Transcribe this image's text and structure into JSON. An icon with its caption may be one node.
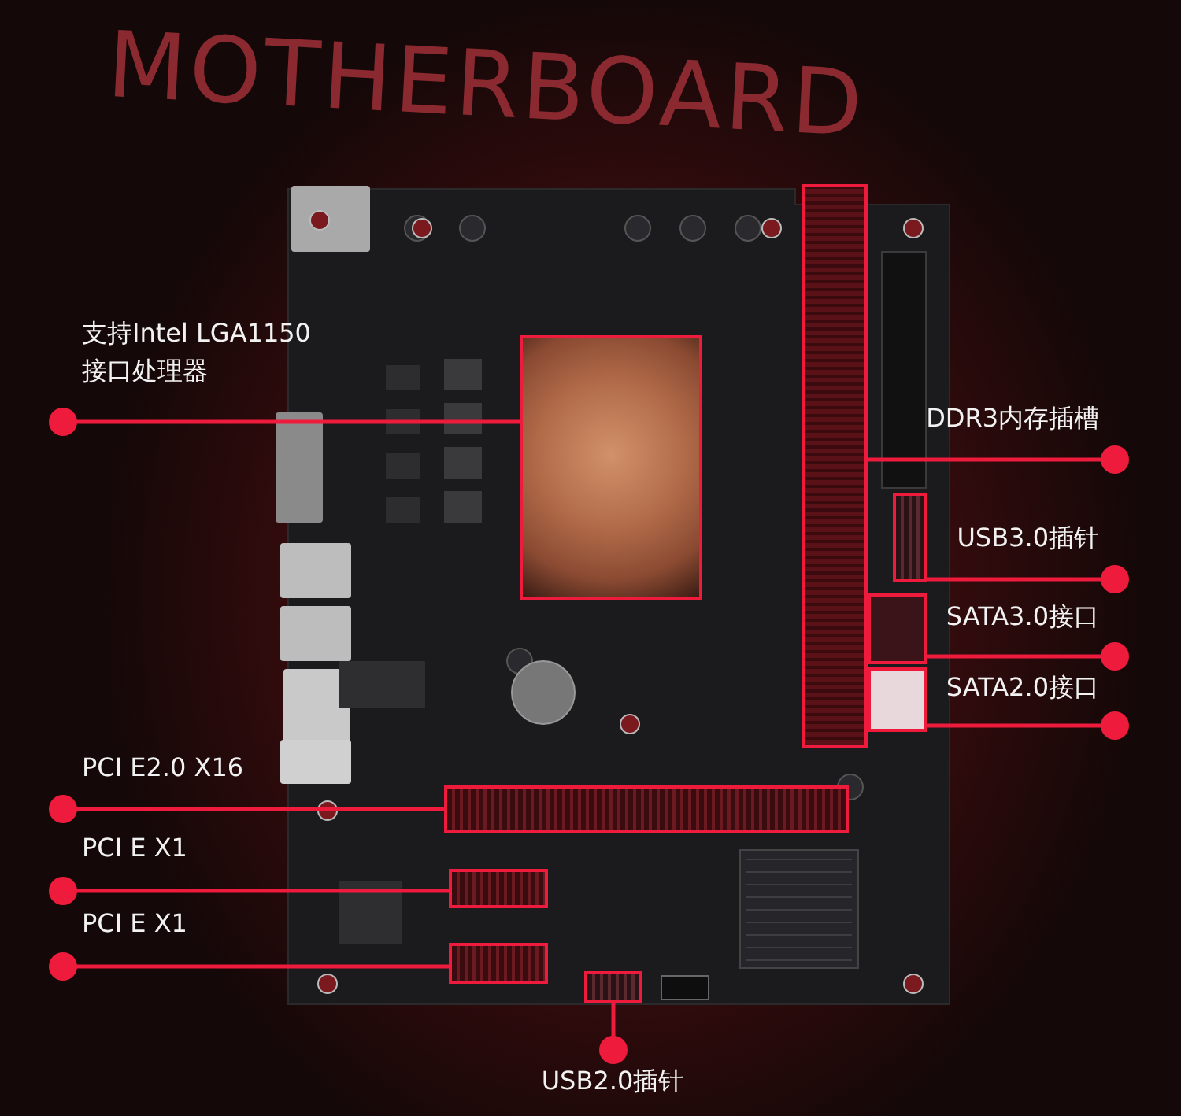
{
  "diagram": {
    "nodes": [
      {
        "text": [
          "支持Intel LGA1150接口处理器"
        ]
      },
      {
        "text": [
          "DDR3内存插槽"
        ]
      },
      {
        "text": [
          "USB3.0插针"
        ]
      },
      {
        "text": [
          "SATA3.0接口"
        ]
      },
      {
        "text": [
          "SATA2.0接口"
        ]
      },
      {
        "text": [
          "PCI E2.0 X16"
        ]
      },
      {
        "text": [
          "PCI E X1"
        ]
      },
      {
        "text": [
          "PCI E X1"
        ]
      },
      {
        "text": [
          "USB2.0插针"
        ]
      },
      {
        "text": [],
        "shape": "box"
      },
      {
        "text": [],
        "shape": "box"
      },
      {
        "text": [],
        "shape": "box"
      },
      {
        "text": [],
        "shape": "box"
      },
      {
        "text": [],
        "shape": "box"
      },
      {
        "text": [],
        "shape": "box"
      },
      {
        "text": [],
        "shape": "box"
      },
      {
        "text": [],
        "shape": "box"
      },
      {
        "text": [],
        "shape": "box"
      }
    ],
    "edges": [
      {
        "from": 0,
        "to": 9,
        "arrow": "other"
      },
      {
        "from": 1,
        "to": 10,
        "arrow": "other"
      },
      {
        "from": 2,
        "to": 11,
        "arrow": "other"
      },
      {
        "from": 3,
        "to": 12,
        "arrow": "other"
      },
      {
        "from": 4,
        "to": 13,
        "arrow": "other"
      },
      {
        "from": 5,
        "to": 14,
        "arrow": "other"
      },
      {
        "from": 6,
        "to": 15,
        "arrow": "other"
      },
      {
        "from": 7,
        "to": 16,
        "arrow": "other"
      },
      {
        "from": 8,
        "to": 17,
        "arrow": "other"
      }
    ],
    "labels": [
      "MOTHERBOARD"
    ]
  }
}
